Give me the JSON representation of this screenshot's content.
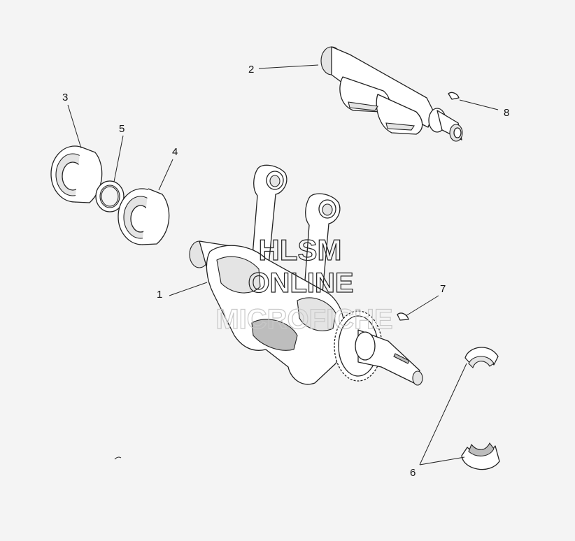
{
  "callouts": [
    {
      "id": "1",
      "label": "1"
    },
    {
      "id": "2",
      "label": "2"
    },
    {
      "id": "3",
      "label": "3"
    },
    {
      "id": "4",
      "label": "4"
    },
    {
      "id": "5",
      "label": "5"
    },
    {
      "id": "6",
      "label": "6"
    },
    {
      "id": "7",
      "label": "7"
    },
    {
      "id": "8",
      "label": "8"
    }
  ],
  "watermark": {
    "line1": "HLSM",
    "line2": "ONLINE",
    "line3": "MICROFICHE"
  }
}
